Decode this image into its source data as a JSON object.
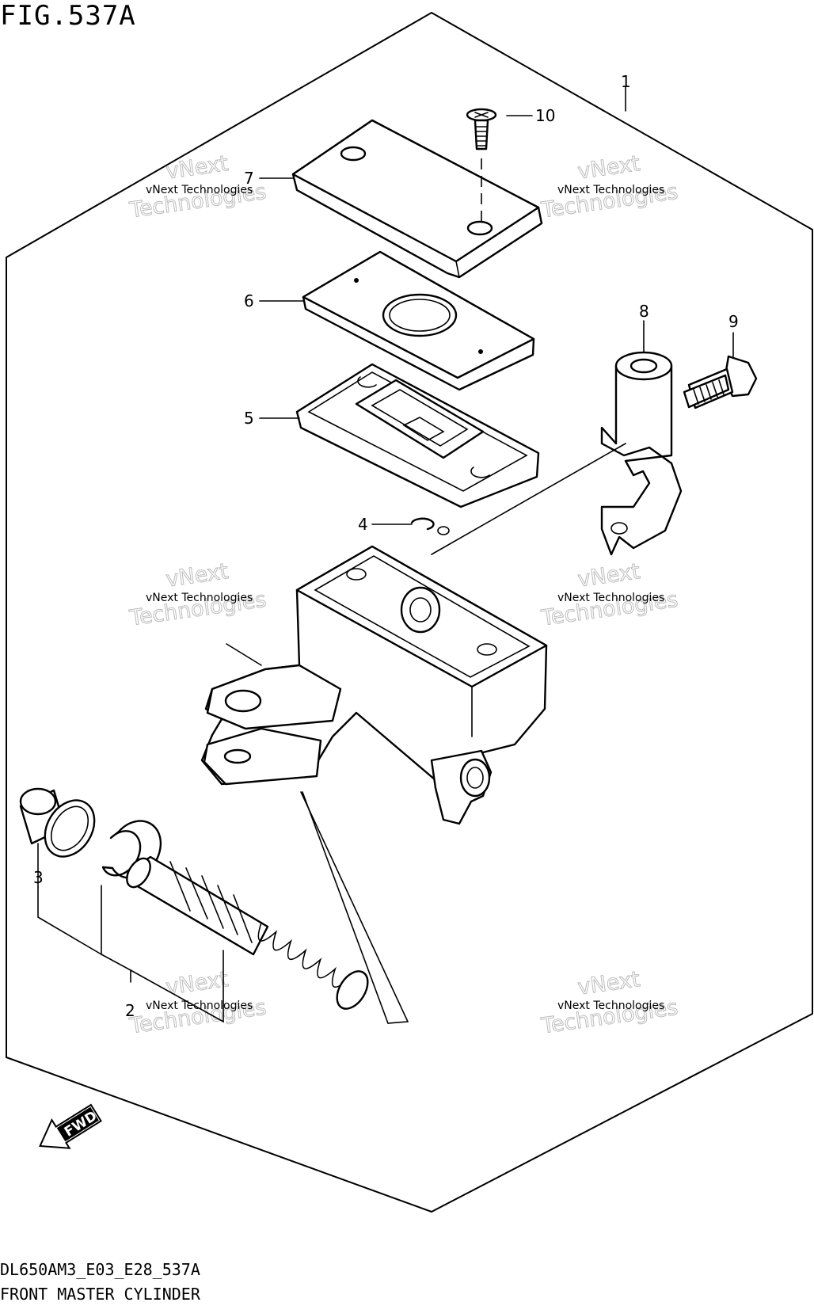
{
  "figure": {
    "title": "FIG.537A",
    "model_code": "DL650AM3_E03_E28_537A",
    "caption": "FRONT MASTER CYLINDER"
  },
  "callouts": [
    {
      "id": "1",
      "label": "1"
    },
    {
      "id": "2",
      "label": "2"
    },
    {
      "id": "3",
      "label": "3"
    },
    {
      "id": "4",
      "label": "4"
    },
    {
      "id": "5",
      "label": "5"
    },
    {
      "id": "6",
      "label": "6"
    },
    {
      "id": "7",
      "label": "7"
    },
    {
      "id": "8",
      "label": "8"
    },
    {
      "id": "9",
      "label": "9"
    },
    {
      "id": "10",
      "label": "10"
    }
  ],
  "watermark": {
    "line1": "vNext Technologies",
    "line2": "Technologies",
    "overlay": "vNext"
  },
  "fwd_badge": "FWD",
  "icons": [
    "fwd-arrow-icon"
  ]
}
